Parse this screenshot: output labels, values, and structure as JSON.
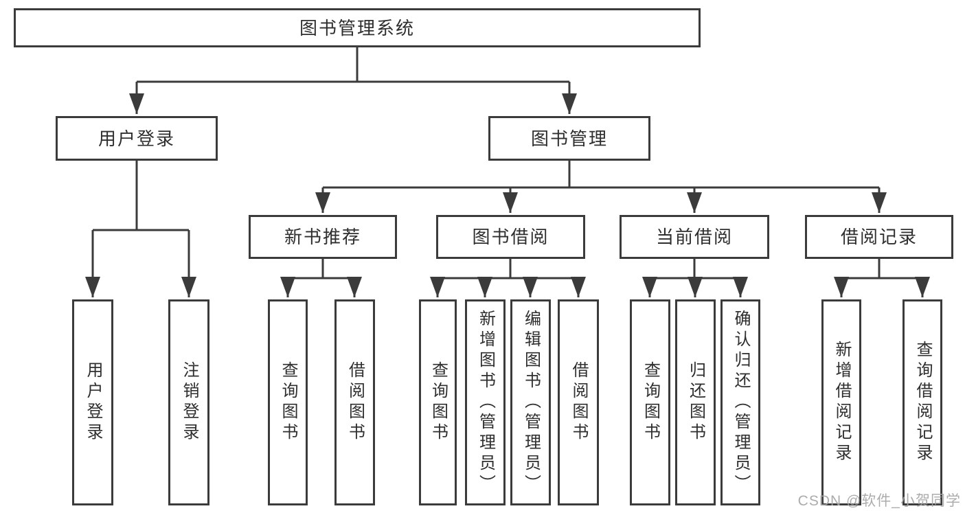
{
  "colors": {
    "line": "#3b3b3b",
    "border": "#3b3b3b",
    "text": "#2e2e2e",
    "background": "#ffffff",
    "watermark": "#a6a6a6"
  },
  "watermark": {
    "text": "CSDN @软件_小贺同学"
  },
  "tree": {
    "label": "图书管理系统",
    "children": [
      {
        "label": "用户登录",
        "children": [
          {
            "label": "用户登录"
          },
          {
            "label": "注销登录"
          }
        ]
      },
      {
        "label": "图书管理",
        "children": [
          {
            "label": "新书推荐",
            "children": [
              {
                "label": "查询图书"
              },
              {
                "label": "借阅图书"
              }
            ]
          },
          {
            "label": "图书借阅",
            "children": [
              {
                "label": "查询图书"
              },
              {
                "label": "新增图书（管理员）"
              },
              {
                "label": "编辑图书（管理员）"
              },
              {
                "label": "借阅图书"
              }
            ]
          },
          {
            "label": "当前借阅",
            "children": [
              {
                "label": "查询图书"
              },
              {
                "label": "归还图书"
              },
              {
                "label": "确认归还（管理员）"
              }
            ]
          },
          {
            "label": "借阅记录",
            "children": [
              {
                "label": "新增借阅记录"
              },
              {
                "label": "查询借阅记录"
              }
            ]
          }
        ]
      }
    ]
  }
}
